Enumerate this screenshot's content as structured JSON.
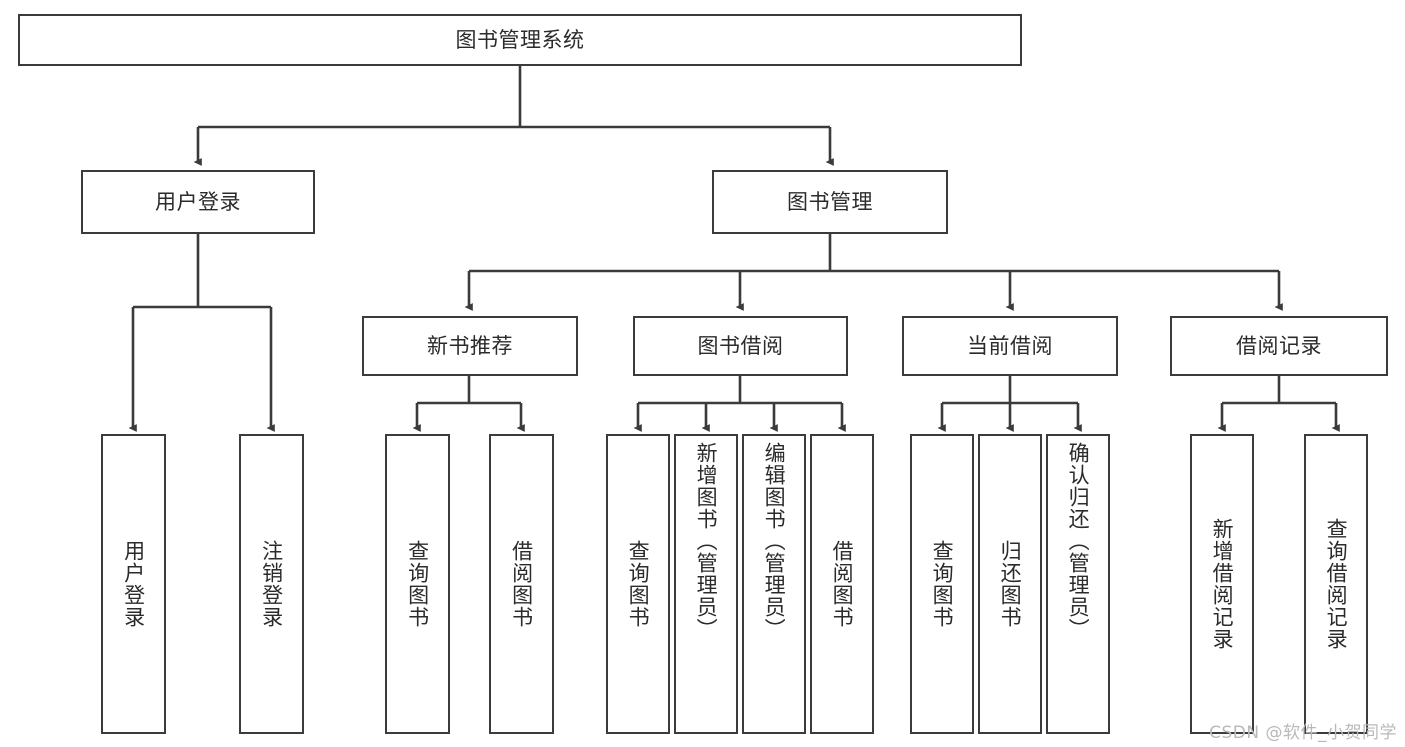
{
  "diagram": {
    "title": "图书管理系统",
    "type": "hierarchy-tree",
    "watermark": "CSDN @软件_小贺同学",
    "colors": {
      "box_border": "#3b3b3b",
      "box_fill": "#ffffff",
      "connector": "#3b3b3b",
      "text": "#2b2b2b",
      "watermark": "#b9b9b9",
      "background": "#ffffff"
    },
    "nodes": {
      "root": {
        "label": "图书管理系统",
        "level": 1,
        "orientation": "horizontal"
      },
      "l2": [
        {
          "id": "user-login",
          "label": "用户登录",
          "level": 2,
          "orientation": "horizontal"
        },
        {
          "id": "book-manage",
          "label": "图书管理",
          "level": 2,
          "orientation": "horizontal"
        }
      ],
      "l3": [
        {
          "id": "new-book-rec",
          "label": "新书推荐",
          "level": 3,
          "orientation": "horizontal"
        },
        {
          "id": "book-borrow",
          "label": "图书借阅",
          "level": 3,
          "orientation": "horizontal"
        },
        {
          "id": "current-borrow",
          "label": "当前借阅",
          "level": 3,
          "orientation": "horizontal"
        },
        {
          "id": "borrow-record",
          "label": "借阅记录",
          "level": 3,
          "orientation": "horizontal"
        }
      ],
      "leaves": {
        "user_login": [
          {
            "id": "leaf-user-login",
            "label": "用户登录",
            "orientation": "vertical"
          },
          {
            "id": "leaf-logout-login",
            "label": "注销登录",
            "orientation": "vertical"
          }
        ],
        "new_book_rec": [
          {
            "id": "leaf-query-book-1",
            "label": "查询图书",
            "orientation": "vertical"
          },
          {
            "id": "leaf-borrow-book-1",
            "label": "借阅图书",
            "orientation": "vertical"
          }
        ],
        "book_borrow": [
          {
            "id": "leaf-query-book-2",
            "label": "查询图书",
            "orientation": "vertical"
          },
          {
            "id": "leaf-add-book",
            "label": "新增图书（管理员）",
            "orientation": "vertical"
          },
          {
            "id": "leaf-edit-book",
            "label": "编辑图书（管理员）",
            "orientation": "vertical"
          },
          {
            "id": "leaf-borrow-book-2",
            "label": "借阅图书",
            "orientation": "vertical"
          }
        ],
        "current_borrow": [
          {
            "id": "leaf-query-book-3",
            "label": "查询图书",
            "orientation": "vertical"
          },
          {
            "id": "leaf-return-book",
            "label": "归还图书",
            "orientation": "vertical"
          },
          {
            "id": "leaf-confirm-return",
            "label": "确认归还（管理员）",
            "orientation": "vertical"
          }
        ],
        "borrow_record": [
          {
            "id": "leaf-add-record",
            "label": "新增借阅记录",
            "orientation": "vertical"
          },
          {
            "id": "leaf-query-record",
            "label": "查询借阅记录",
            "orientation": "vertical"
          }
        ]
      }
    }
  }
}
